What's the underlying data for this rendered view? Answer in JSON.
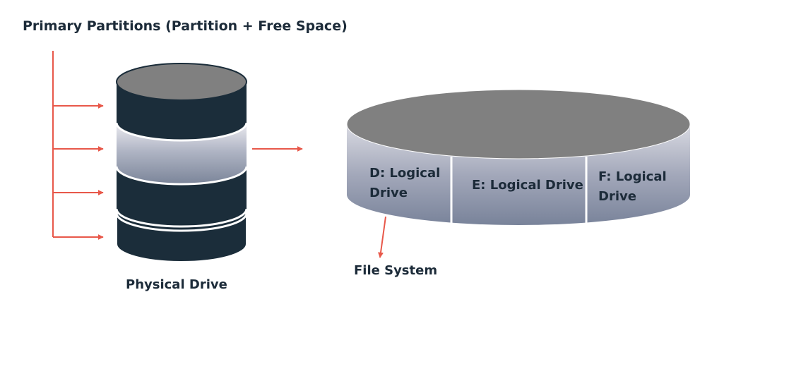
{
  "title": "Primary Partitions (Partition + Free Space)",
  "physical_drive": {
    "label": "Physical Drive",
    "partition_count": 4
  },
  "logical_disk": {
    "drives": [
      {
        "line1": "D: Logical",
        "line2": "Drive"
      },
      {
        "line1": "E: Logical Drive",
        "line2": ""
      },
      {
        "line1": "F: Logical",
        "line2": "Drive"
      }
    ]
  },
  "file_system_label": "File System",
  "colors": {
    "arrow": "#e8584a",
    "disk_dark": "#1b2d3a",
    "disk_top": "#808080",
    "text": "#1c2b39"
  }
}
